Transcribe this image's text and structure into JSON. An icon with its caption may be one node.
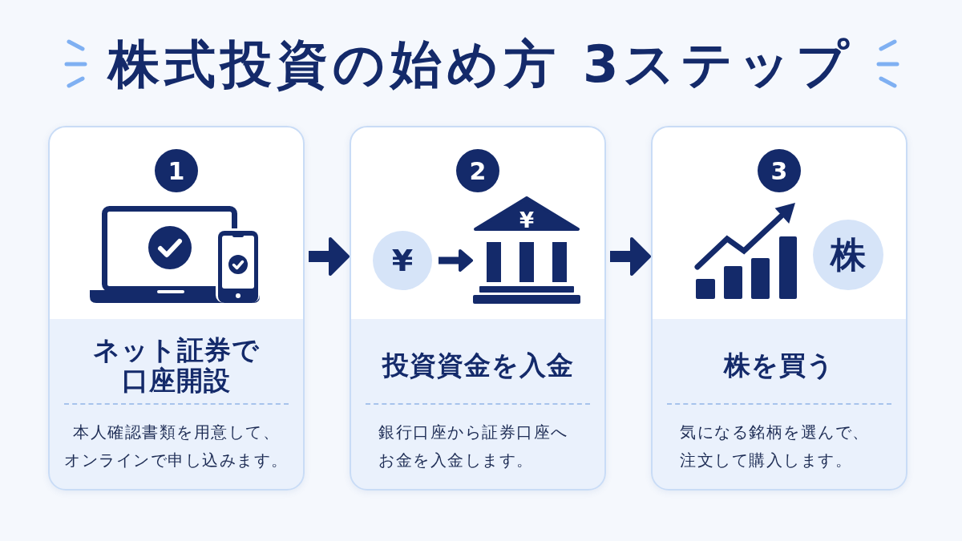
{
  "diagram": {
    "title": "株式投資の始め方 3ステップ",
    "nodes": [
      {
        "text": [
          "ネット証券で口座開設",
          "本人確認書類を用意して、オンラインで申し込みます。"
        ]
      },
      {
        "text": [
          "1"
        ],
        "in": 0
      },
      {
        "text": [
          "投資資金を入金",
          "銀行口座から証券口座へお金を入金します。"
        ]
      },
      {
        "text": [
          "2"
        ],
        "in": 2
      },
      {
        "text": [
          "¥"
        ],
        "in": 2
      },
      {
        "text": [
          "¥"
        ],
        "in": 2
      },
      {
        "text": [
          "株を買う",
          "気になる銘柄を選んで、注文して購入します。"
        ]
      },
      {
        "text": [
          "3"
        ],
        "in": 6
      },
      {
        "text": [
          "株"
        ],
        "in": 6
      }
    ],
    "edges": [
      {
        "from": 0,
        "to": 2,
        "arrow": "to"
      },
      {
        "from": 2,
        "to": 6,
        "arrow": "to"
      },
      {
        "from": 4,
        "to": 5,
        "arrow": "to"
      }
    ]
  }
}
